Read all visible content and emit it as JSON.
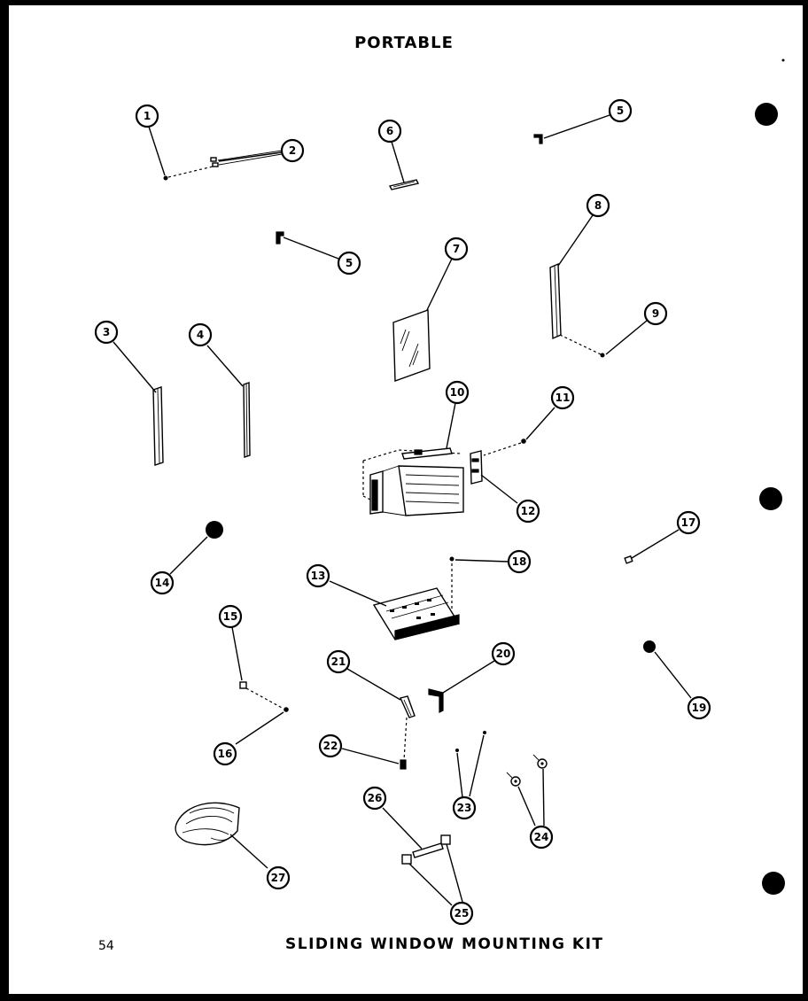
{
  "header": {
    "title": "PORTABLE"
  },
  "footer": {
    "title": "SLIDING WINDOW MOUNTING KIT",
    "page_number": "54"
  },
  "callouts": [
    "1",
    "2",
    "6",
    "5",
    "5",
    "7",
    "8",
    "9",
    "3",
    "4",
    "10",
    "11",
    "12",
    "14",
    "17",
    "13",
    "18",
    "15",
    "21",
    "20",
    "19",
    "16",
    "22",
    "23",
    "24",
    "26",
    "27",
    "25"
  ]
}
